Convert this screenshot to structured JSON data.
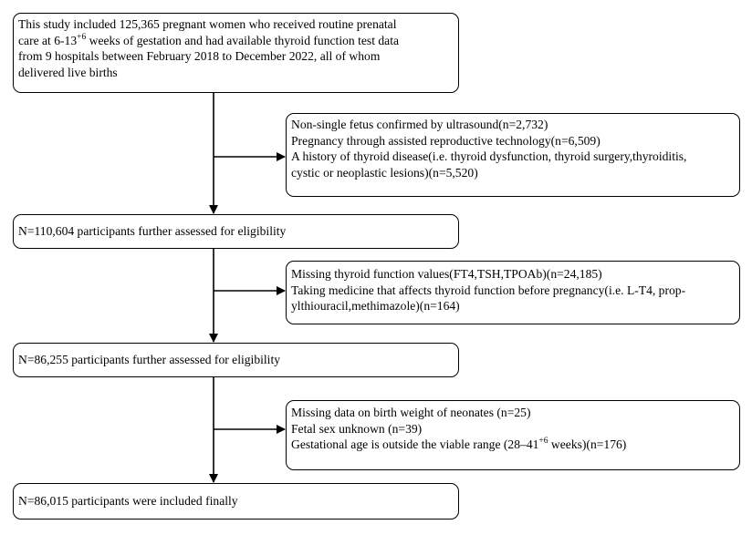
{
  "flow": {
    "study": {
      "line1": "This study included 125,365 pregnant women who received routine prenatal",
      "line2_a": "care at 6-13",
      "line2_sup": "+6",
      "line2_b": " weeks of gestation and had available thyroid function test data",
      "line3": "from 9 hospitals between February 2018 to December 2022, all of whom",
      "line4": "delivered live births"
    },
    "exclusion1": {
      "line1": "Non-single fetus confirmed by ultrasound(n=2,732)",
      "line2": "Pregnancy through assisted reproductive technology(n=6,509)",
      "line3": "A history of thyroid disease(i.e. thyroid dysfunction, thyroid surgery,thyroiditis,",
      "line4": "cystic or neoplastic lesions)(n=5,520)"
    },
    "step2": {
      "text": "N=110,604  participants further assessed for eligibility"
    },
    "exclusion2": {
      "line1": "Missing thyroid function values(FT4,TSH,TPOAb)(n=24,185)",
      "line2": "Taking medicine that affects thyroid function before pregnancy(i.e. L-T4, prop-",
      "line3": "ylthiouracil,methimazole)(n=164)"
    },
    "step3": {
      "text": "N=86,255  participants further assessed for eligibility"
    },
    "exclusion3": {
      "line1": "Missing data on birth weight of neonates (n=25)",
      "line2": "Fetal sex unknown (n=39)",
      "line3_a": "Gestational age is outside the viable range (28–41",
      "line3_sup": "+6",
      "line3_b": " weeks)(n=176)"
    },
    "final": {
      "text": "N=86,015  participants were included finally"
    }
  }
}
